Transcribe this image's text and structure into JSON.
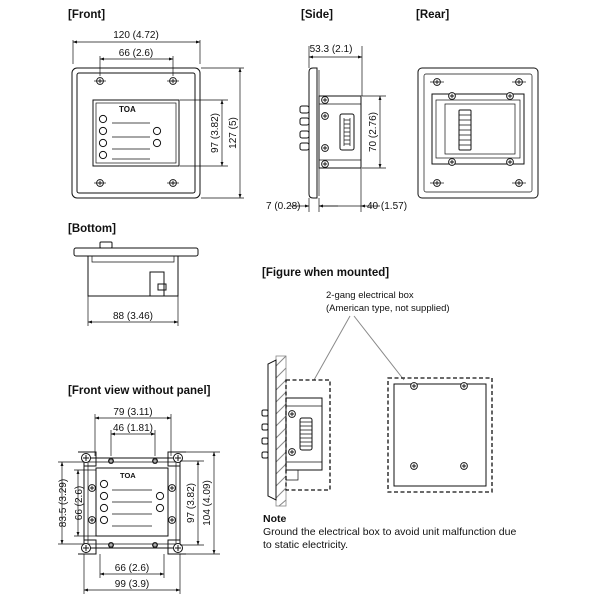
{
  "headings": {
    "front": "[Front]",
    "side": "[Side]",
    "rear": "[Rear]",
    "bottom": "[Bottom]",
    "mounted": "[Figure when mounted]",
    "front_no_panel": "[Front view without panel]"
  },
  "dims": {
    "front_width": "120 (4.72)",
    "front_inner_width": "66 (2.6)",
    "front_inner_height": "97 (3.82)",
    "front_height": "127 (5)",
    "side_depth": "53.3 (2.1)",
    "side_height": "70 (2.76)",
    "side_panel": "7 (0.28)",
    "side_body": "40 (1.57)",
    "bottom_width": "88 (3.46)",
    "np_width": "79 (3.11)",
    "np_inner_top": "46 (1.81)",
    "np_left_outer": "83.5 (3.29)",
    "np_left_inner": "66 (2.6)",
    "np_right_inner": "97 (3.82)",
    "np_right_outer": "104 (4.09)",
    "np_bottom_inner": "66 (2.6)",
    "np_bottom_outer": "99 (3.9)"
  },
  "logo": "TOA",
  "callout": {
    "line1": "2-gang electrical box",
    "line2": "(American type, not supplied)"
  },
  "note": {
    "title": "Note",
    "line1": "Ground the electrical box to avoid unit malfunction due",
    "line2": "to static electricity."
  }
}
